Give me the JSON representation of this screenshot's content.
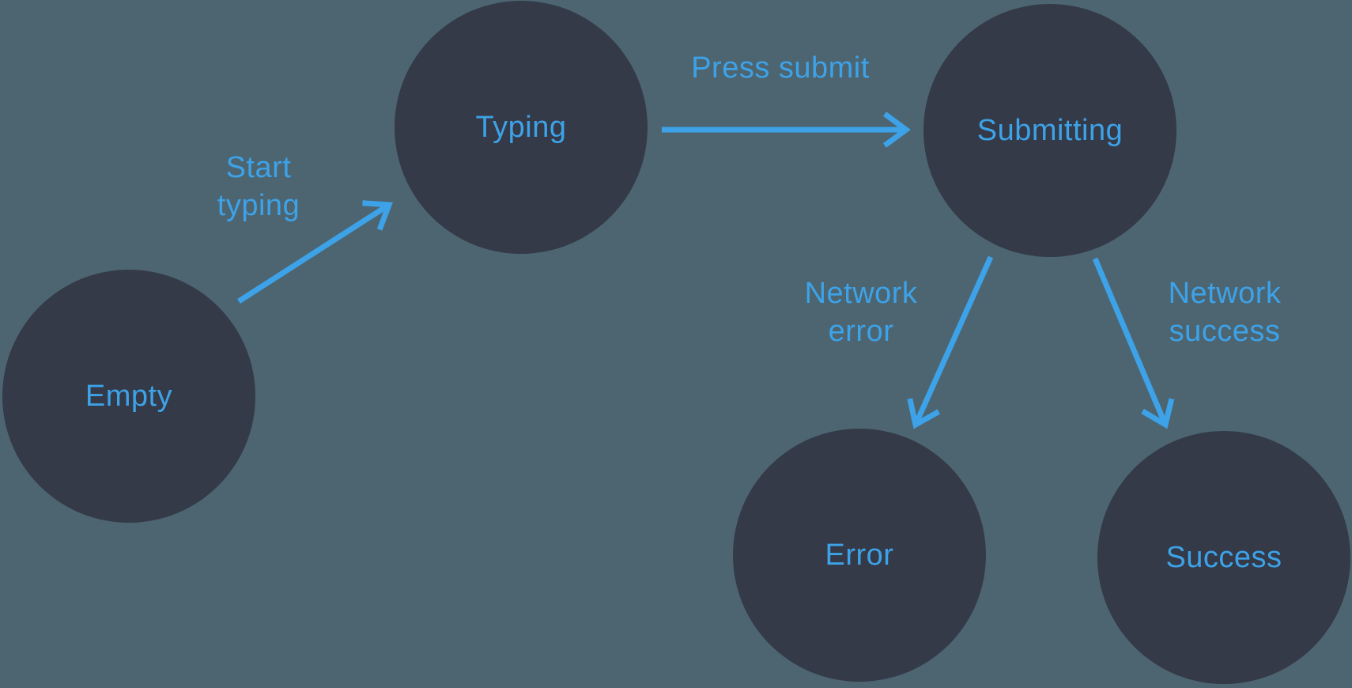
{
  "colors": {
    "background": "#4C6571",
    "node_fill": "#343A47",
    "accent": "#3DA2E8"
  },
  "nodes": [
    {
      "id": "empty",
      "label": "Empty"
    },
    {
      "id": "typing",
      "label": "Typing"
    },
    {
      "id": "submitting",
      "label": "Submitting"
    },
    {
      "id": "error",
      "label": "Error"
    },
    {
      "id": "success",
      "label": "Success"
    }
  ],
  "edges": [
    {
      "from": "empty",
      "to": "typing",
      "label": "Start typing"
    },
    {
      "from": "typing",
      "to": "submitting",
      "label": "Press submit"
    },
    {
      "from": "submitting",
      "to": "error",
      "label": "Network error"
    },
    {
      "from": "submitting",
      "to": "success",
      "label": "Network success"
    }
  ]
}
